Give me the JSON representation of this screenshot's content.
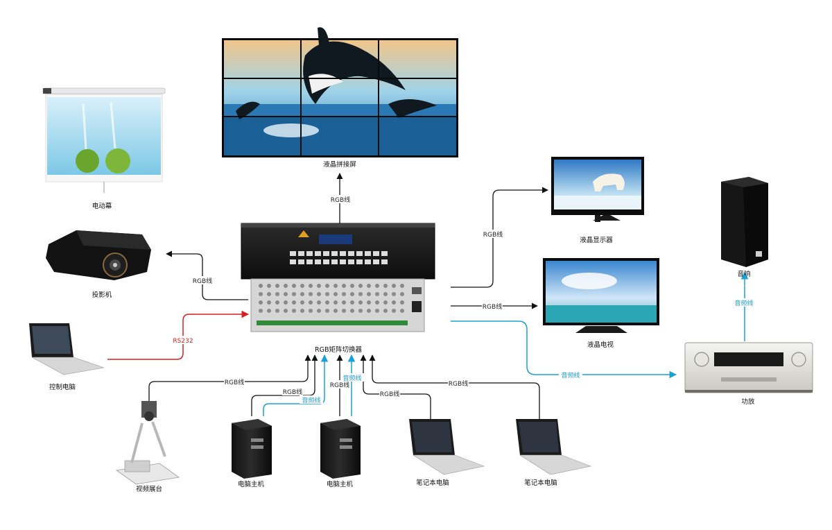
{
  "colors": {
    "line_black": "#111111",
    "line_red": "#d42020",
    "line_blue": "#1aa0d8"
  },
  "labels": {
    "video_wall": "液晶拼接屏",
    "screen": "电动幕",
    "projector": "投影机",
    "monitor": "液晶显示器",
    "tv": "液晶电视",
    "speaker": "音响",
    "amplifier": "功放",
    "matrix": "RGB矩阵切换器",
    "control_pc": "控制电脑",
    "visualizer": "视频展台",
    "desktop1": "电脑主机",
    "desktop2": "电脑主机",
    "laptop1": "笔记本电脑",
    "laptop2": "笔记本电脑"
  },
  "connections": {
    "rgb": "RGB线",
    "rs232": "RS232",
    "audio": "音频线"
  }
}
